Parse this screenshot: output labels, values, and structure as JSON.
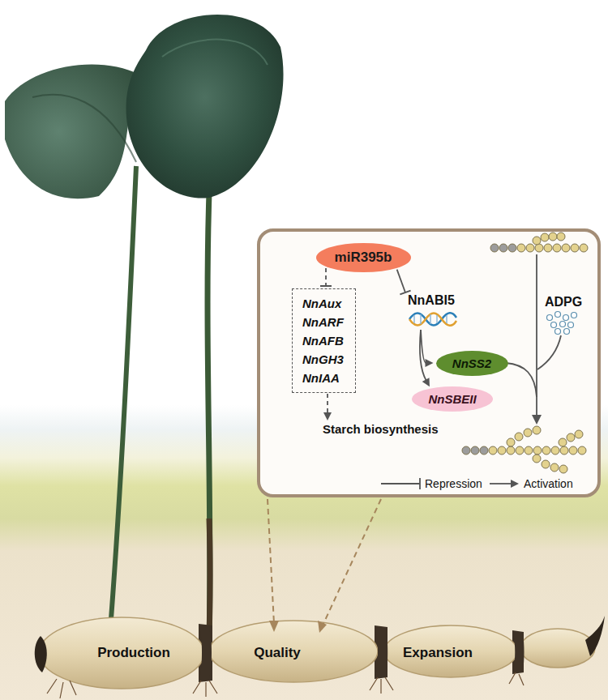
{
  "diagram": {
    "nodes": [
      {
        "text": [
          "miR395b"
        ]
      },
      {
        "text": [
          "NnAux",
          "NnARF",
          "NnAFB",
          "NnGH3",
          "NnIAA"
        ]
      },
      {
        "text": [
          "NnABI5"
        ]
      },
      {
        "text": [
          "NnSS2"
        ]
      },
      {
        "text": [
          "NnSBEII"
        ]
      },
      {
        "text": [
          "Starch biosynthesis"
        ]
      }
    ],
    "edges": [
      {
        "from": 0,
        "to": 1,
        "arrow": "to"
      },
      {
        "from": 0,
        "to": 2,
        "arrow": "to"
      },
      {
        "from": 2,
        "to": 3,
        "arrow": "to"
      },
      {
        "from": 2,
        "to": 4,
        "arrow": "to"
      },
      {
        "from": 1,
        "to": 5,
        "arrow": "to"
      }
    ],
    "labels": [
      "ADPG",
      "Production",
      "Quality",
      "Expansion"
    ],
    "legend": [
      {
        "text": "Repression"
      },
      {
        "text": "Activation"
      }
    ]
  }
}
